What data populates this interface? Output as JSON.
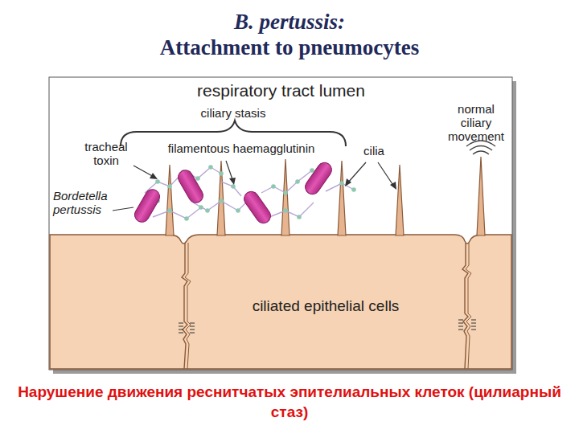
{
  "diagram": {
    "title": "B. pertussis:",
    "caption": "Нарушение движения реснитчатых эпителиальных клеток (цилиарный стаз)",
    "labels": [
      "Attachment to pneumocytes",
      "respiratory tract lumen",
      "ciliary stasis",
      "tracheal toxin",
      "filamentous haemagglutinin",
      "cilia",
      "normal ciliary movement",
      "Bordetella pertussis",
      "ciliated epithelial cells"
    ]
  }
}
